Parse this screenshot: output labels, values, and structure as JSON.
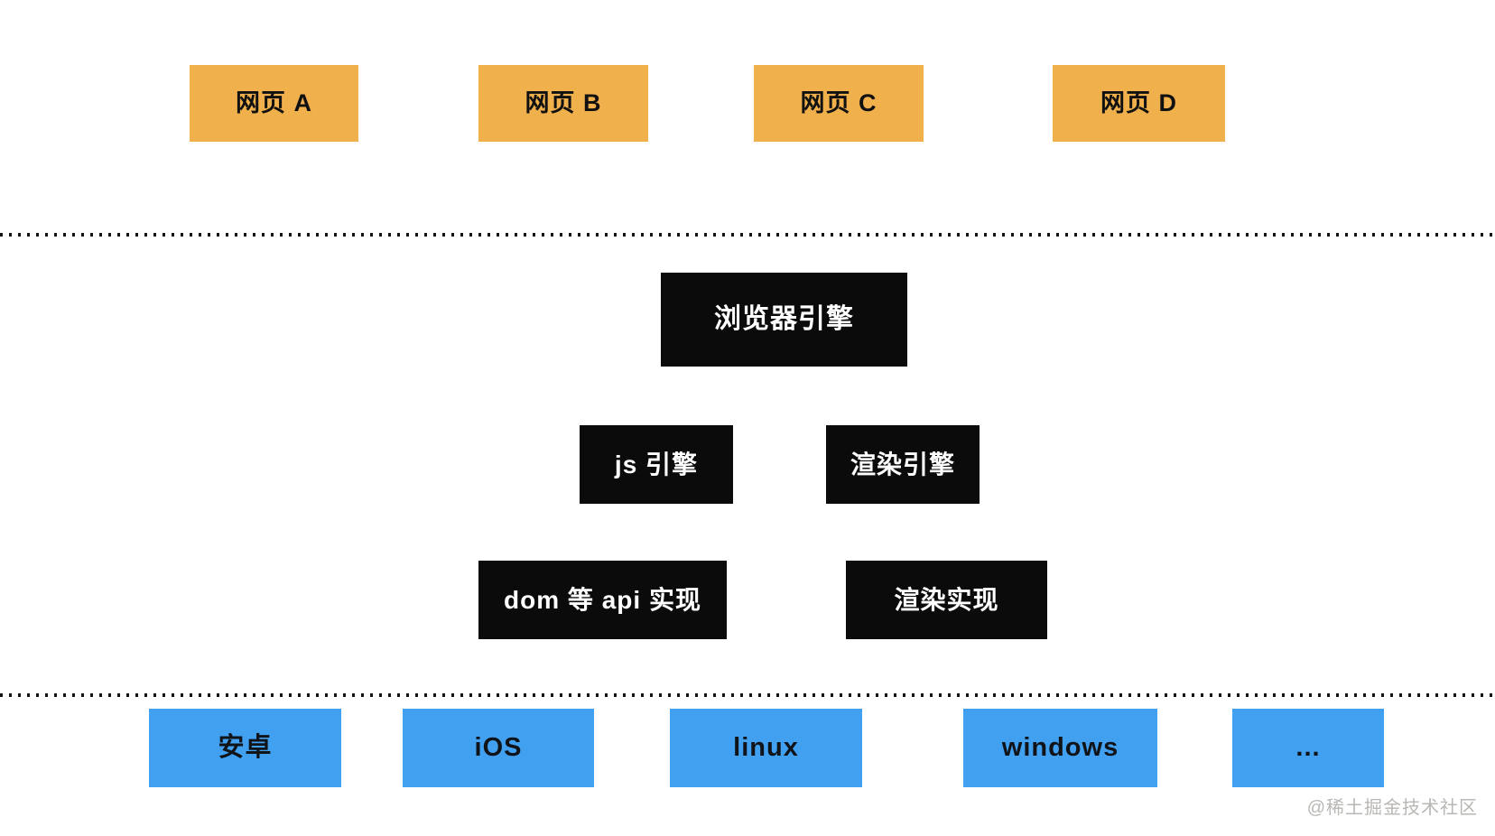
{
  "colors": {
    "webpage_node_bg": "#f0b04c",
    "engine_node_bg": "#0b0b0b",
    "engine_node_text": "#ffffff",
    "platform_node_bg": "#42a0f0",
    "node_text": "#111111",
    "dotted_line": "#141414",
    "watermark_text": "#b9b7b4",
    "background": "#ffffff"
  },
  "webpage_layer": {
    "items": [
      {
        "label": "网页 A"
      },
      {
        "label": "网页 B"
      },
      {
        "label": "网页 C"
      },
      {
        "label": "网页 D"
      }
    ]
  },
  "browser_layer": {
    "browser_engine": "浏览器引擎",
    "js_engine": "js 引擎",
    "render_engine": "渲染引擎",
    "dom_api_impl": "dom 等 api 实现",
    "render_impl": "渲染实现"
  },
  "platform_layer": {
    "items": [
      {
        "label": "安卓"
      },
      {
        "label": "iOS"
      },
      {
        "label": "linux"
      },
      {
        "label": "windows"
      },
      {
        "label": "..."
      }
    ]
  },
  "watermark": "@稀土掘金技术社区"
}
